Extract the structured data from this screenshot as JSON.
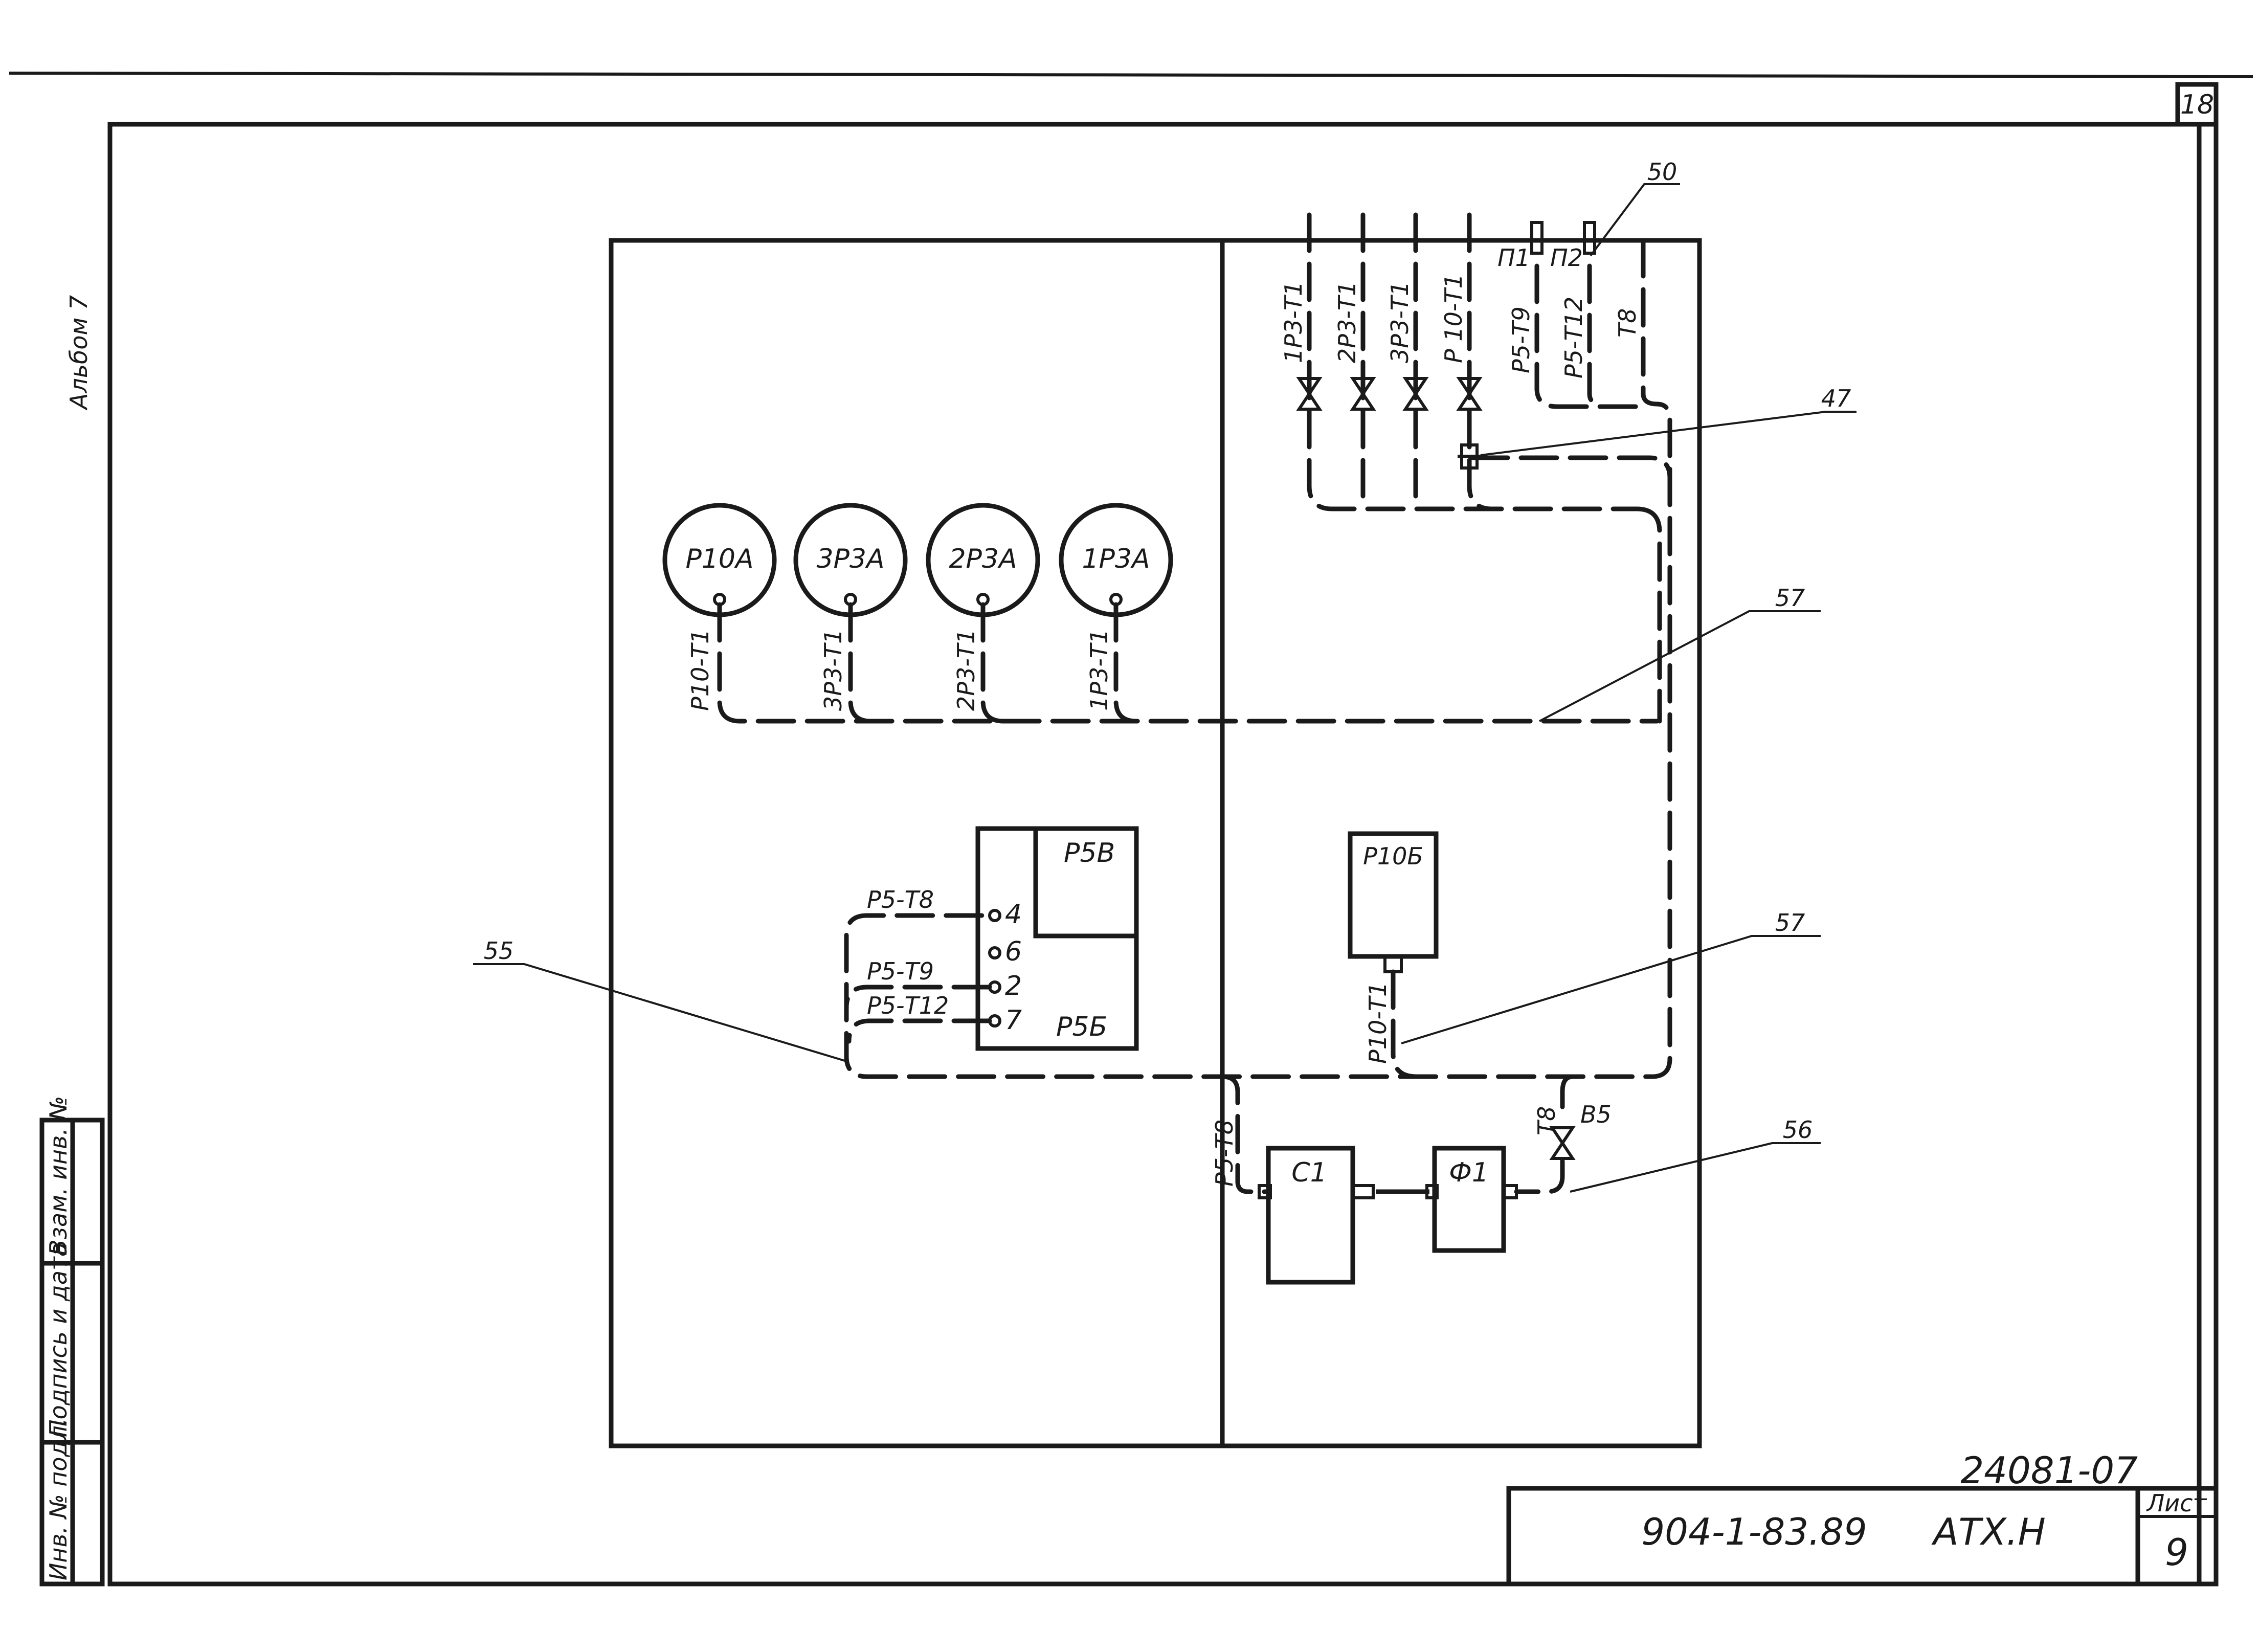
{
  "sheet": {
    "page_number": "18",
    "album_note": "Альбом 7",
    "doc_code": "904-1-83.89",
    "doc_type": "АТХ.Н",
    "sheet_label": "Лист",
    "sheet_no": "9",
    "archive_no": "24081-07"
  },
  "side_stamp": {
    "cell_1": "Взам. инв. №",
    "cell_2": "Подпись и дата",
    "cell_3": "Инв. № подл."
  },
  "diagram": {
    "gauges": [
      {
        "label": "Р10А",
        "line": "Р10-Т1"
      },
      {
        "label": "3Р3А",
        "line": "3Р3-Т1"
      },
      {
        "label": "2Р3А",
        "line": "2Р3-Т1"
      },
      {
        "label": "1Р3А",
        "line": "1Р3-Т1"
      }
    ],
    "top_lines": [
      "1Р3-Т1",
      "2Р3-Т1",
      "3Р3-Т1",
      "Р 10-Т1",
      "Р5-Т9",
      "Р5-Т12",
      "Т8"
    ],
    "plugs": [
      "П1",
      "П2"
    ],
    "callouts": {
      "c50": "50",
      "c47": "47",
      "c57a": "57",
      "c57b": "57",
      "c55": "55",
      "c56": "56"
    },
    "device_p5": {
      "title_top": "Р5В",
      "title_bottom": "Р5Б",
      "ports": [
        "4",
        "6",
        "2",
        "7"
      ],
      "lines": [
        "Р5-Т8",
        "Р5-Т9",
        "Р5-Т12"
      ]
    },
    "device_p10b": {
      "title": "Р10Б",
      "line": "Р10-Т1"
    },
    "c1": "С1",
    "f1": "Ф1",
    "valve_v5": "В5",
    "t8_label": "Т8",
    "c1_line": "Р5-Т8"
  }
}
